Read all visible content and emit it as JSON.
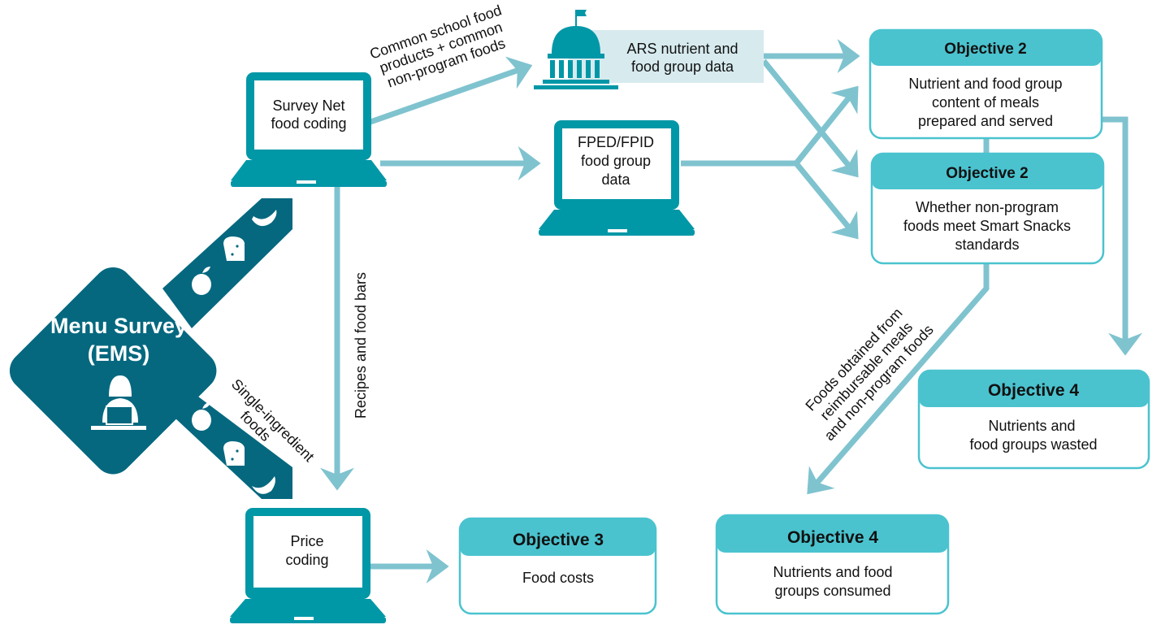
{
  "colors": {
    "arrow": "#7fc3cf",
    "laptop": "#0097a7",
    "ems": "#05687f",
    "objective_header": "#4ac3cf",
    "objective_border": "#4ac3cf",
    "ars_bg": "#d7ebef"
  },
  "menu_survey": {
    "line1": "Menu Survey",
    "line2": "(EMS)",
    "icon": "person-at-laptop-icon",
    "branch_icons": [
      "apple-icon",
      "bread-icon",
      "banana-icon"
    ]
  },
  "nodes": {
    "survey_net": {
      "line1": "Survey Net",
      "line2": "food coding",
      "icon": "laptop-icon"
    },
    "ars": {
      "line1": "ARS nutrient and",
      "line2": "food group data",
      "icon": "capitol-building-icon"
    },
    "fped": {
      "line1": "FPED/FPID",
      "line2": "food group",
      "line3": "data",
      "icon": "laptop-icon"
    },
    "price": {
      "line1": "Price",
      "line2": "coding",
      "icon": "laptop-icon"
    }
  },
  "edge_labels": {
    "common_foods": [
      "Common school food",
      "products + common",
      "non-program foods"
    ],
    "recipes": "Recipes and food bars",
    "single_ingredient": [
      "Single-ingredient",
      "foods"
    ],
    "foods_obtained": [
      "Foods obtained from",
      "reimbursable meals",
      "and non-program foods"
    ]
  },
  "objectives": [
    {
      "id": "obj2a",
      "title": "Objective 2",
      "lines": [
        "Nutrient and food group",
        "content of meals",
        "prepared and served"
      ]
    },
    {
      "id": "obj2b",
      "title": "Objective 2",
      "lines": [
        "Whether non-program",
        "foods meet Smart Snacks",
        "standards"
      ]
    },
    {
      "id": "obj3",
      "title": "Objective 3",
      "lines": [
        "Food costs"
      ]
    },
    {
      "id": "obj4a",
      "title": "Objective 4",
      "lines": [
        "Nutrients and",
        "food groups wasted"
      ]
    },
    {
      "id": "obj4b",
      "title": "Objective 4",
      "lines": [
        "Nutrients and food",
        "groups consumed"
      ]
    }
  ]
}
